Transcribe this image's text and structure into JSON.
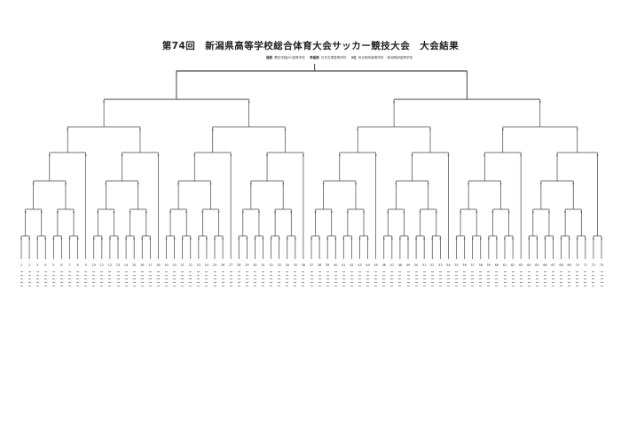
{
  "title": "第74回　新潟県高等学校総合体育大会サッカー競技大会　大会結果",
  "meta": {
    "winner_label": "優勝",
    "winner": "開志学園JSC高等学校",
    "runner_up_label": "準優勝",
    "runner_up": "日本文理高等学校",
    "third_label": "3位",
    "third_1": "帝京長岡高等学校",
    "third_2": "新潟明訓高等学校"
  },
  "colors": {
    "line": "#444444",
    "text": "#333333"
  },
  "team_count": 73
}
